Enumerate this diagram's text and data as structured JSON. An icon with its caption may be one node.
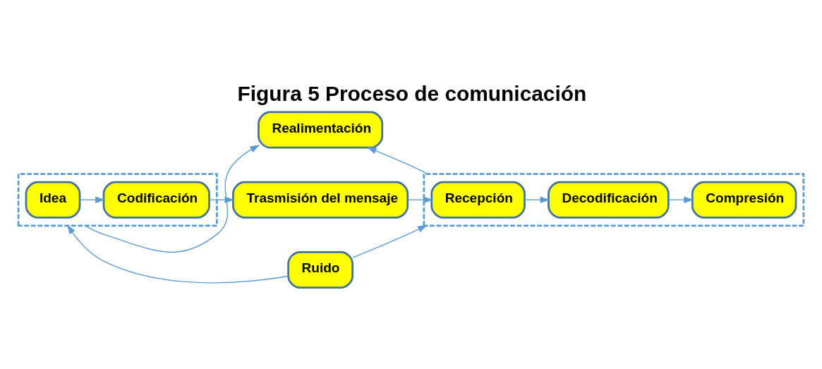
{
  "diagram": {
    "title": "Figura 5 Proceso de comunicación",
    "nodes": [
      {
        "text": [],
        "shape": "box"
      },
      {
        "text": [
          "Idea"
        ],
        "in": 0
      },
      {
        "text": [
          "Codificación"
        ],
        "in": 0
      },
      {
        "text": [
          "Trasmisión del mensaje"
        ]
      },
      {
        "text": [],
        "shape": "box"
      },
      {
        "text": [
          "Recepción"
        ],
        "in": 4
      },
      {
        "text": [
          "Decodificación"
        ],
        "in": 4
      },
      {
        "text": [
          "Compresión"
        ],
        "in": 4
      },
      {
        "text": [
          "Realimentación"
        ]
      },
      {
        "text": [
          "Ruido"
        ]
      }
    ],
    "edges": [
      {
        "from": 1,
        "to": 2,
        "arrow": "to"
      },
      {
        "from": 2,
        "to": 3,
        "arrow": "to"
      },
      {
        "from": 3,
        "to": 5,
        "arrow": "to"
      },
      {
        "from": 5,
        "to": 6,
        "arrow": "to"
      },
      {
        "from": 6,
        "to": 7,
        "arrow": "to"
      },
      {
        "from": 0,
        "to": 8,
        "arrow": "to"
      },
      {
        "from": 4,
        "to": 8,
        "arrow": "to"
      },
      {
        "from": 9,
        "to": 0,
        "arrow": "to"
      },
      {
        "from": 9,
        "to": 4,
        "arrow": "to"
      }
    ]
  }
}
